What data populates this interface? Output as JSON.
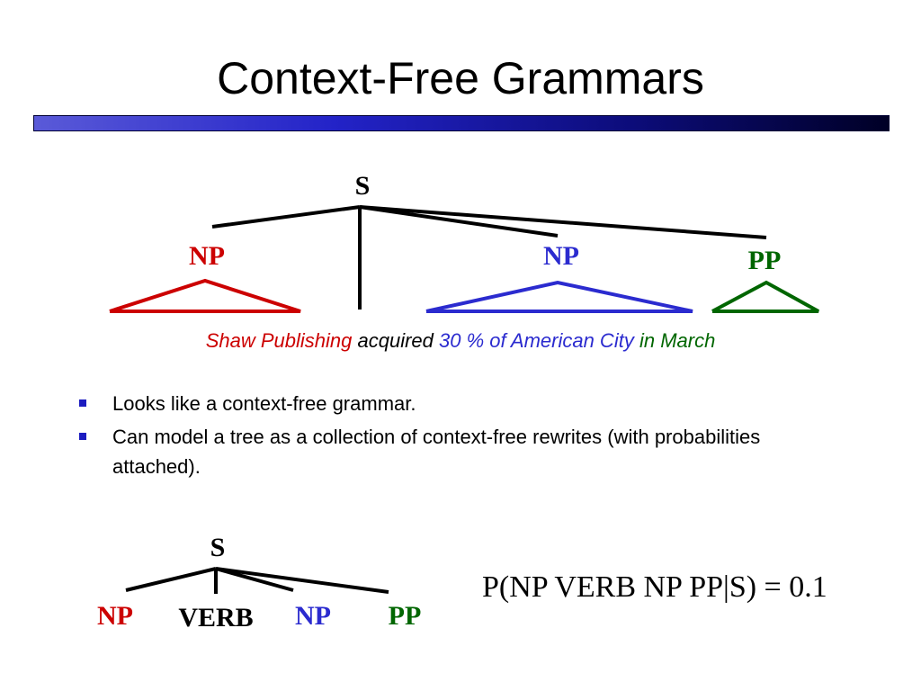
{
  "slide": {
    "title": "Context-Free Grammars"
  },
  "colors": {
    "red": "#cc0000",
    "blue": "#2b2bcf",
    "green": "#006600",
    "black": "#000000",
    "bullet": "#1c1cc0"
  },
  "top_tree": {
    "root": "S",
    "np1": "NP",
    "np2": "NP",
    "pp": "PP"
  },
  "sentence": {
    "part1": "Shaw Publishing",
    "part2": "acquired",
    "part3": "30 % of American City",
    "part4": "in March"
  },
  "bullets": [
    "Looks like a context-free grammar.",
    "Can model a tree as a collection of context-free rewrites (with probabilities attached)."
  ],
  "bottom_tree": {
    "root": "S",
    "np1": "NP",
    "verb": "VERB",
    "np2": "NP",
    "pp": "PP"
  },
  "formula": "P(NP VERB  NP PP|S) = 0.1"
}
